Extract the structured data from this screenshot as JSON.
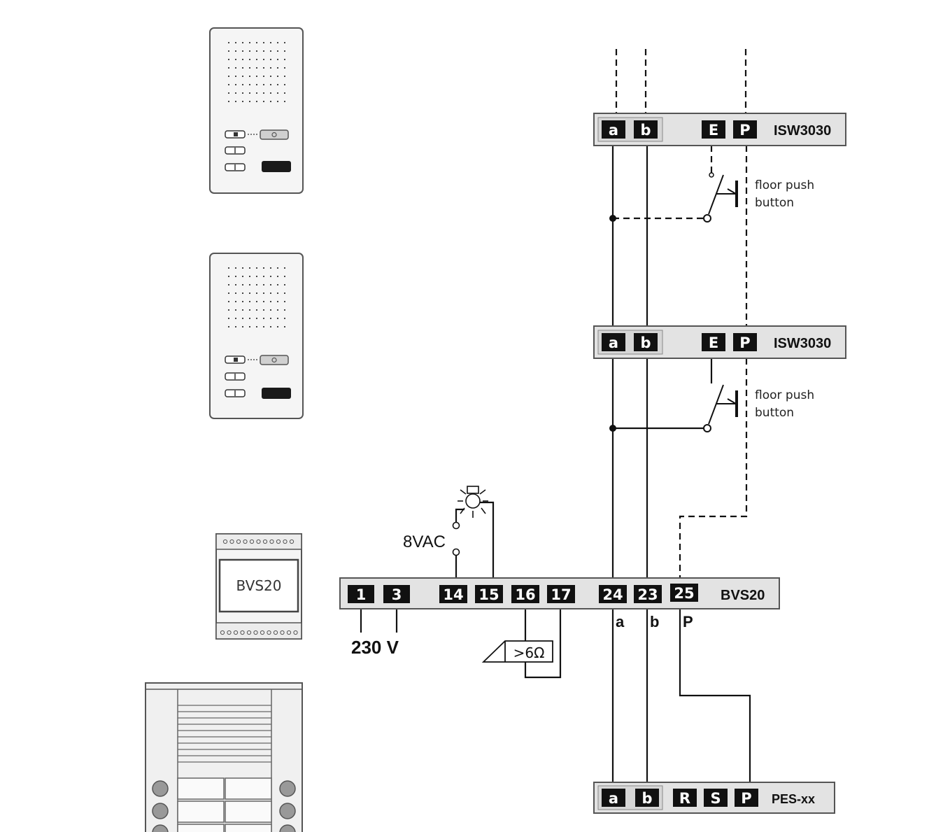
{
  "modules": {
    "isw_top": {
      "name": "ISW3030",
      "terminals": [
        "a",
        "b",
        "E",
        "P"
      ]
    },
    "isw_mid": {
      "name": "ISW3030",
      "terminals": [
        "a",
        "b",
        "E",
        "P"
      ]
    },
    "bvs": {
      "name": "BVS20",
      "terminals": [
        "1",
        "3",
        "14",
        "15",
        "16",
        "17",
        "24",
        "23",
        "25"
      ]
    },
    "pes": {
      "name": "PES-xx",
      "terminals": [
        "a",
        "b",
        "R",
        "S",
        "P"
      ]
    }
  },
  "labels": {
    "floor_push_button_top": [
      "floor push",
      "button"
    ],
    "floor_push_button_mid": [
      "floor push",
      "button"
    ],
    "voltage_ac": "8VAC",
    "mains": "230 V",
    "resistance": ">6Ω",
    "bus_a": "a",
    "bus_b": "b",
    "bus_p": "P"
  },
  "devices": {
    "bvs20_unit_label": "BVS20"
  },
  "colors": {
    "line": "#111111",
    "module_fill": "#e3e3e3",
    "terminal_fill": "#111111",
    "device_fill": "#f5f5f5"
  }
}
